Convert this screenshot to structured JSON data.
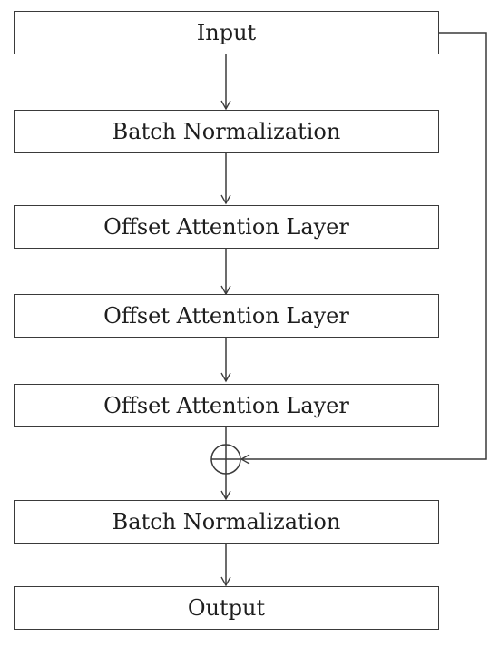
{
  "diagram": {
    "boxes": [
      {
        "id": "input",
        "label": "Input"
      },
      {
        "id": "bn1",
        "label": "Batch Normalization"
      },
      {
        "id": "oa1",
        "label": "Offset Attention Layer"
      },
      {
        "id": "oa2",
        "label": "Offset Attention Layer"
      },
      {
        "id": "oa3",
        "label": "Offset Attention Layer"
      },
      {
        "id": "bn2",
        "label": "Batch Normalization"
      },
      {
        "id": "output",
        "label": "Output"
      }
    ]
  },
  "colors": {
    "stroke": "#3a3a3a",
    "text": "#1e1e1e",
    "background": "#ffffff"
  }
}
